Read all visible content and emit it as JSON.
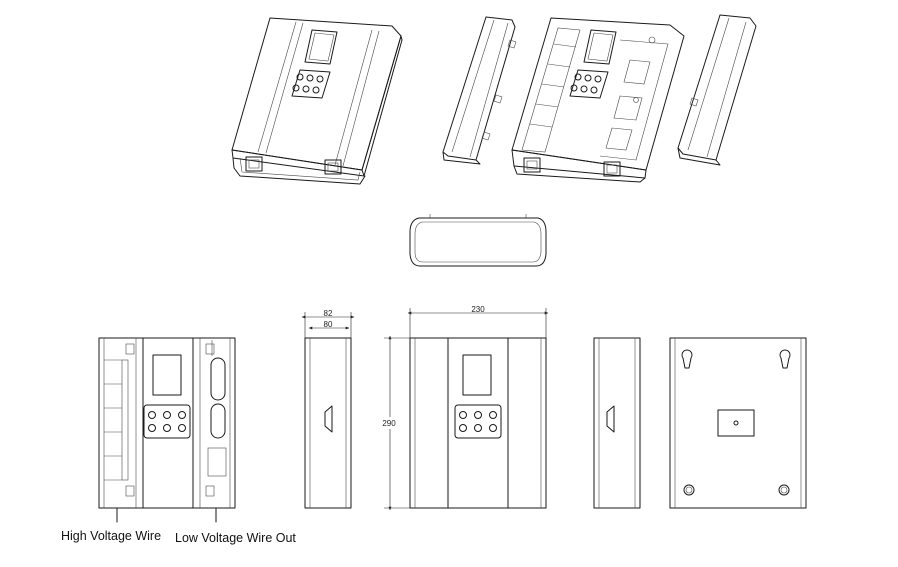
{
  "dimensions": {
    "depth_outer": "82",
    "depth_inner": "80",
    "width": "230",
    "height": "290"
  },
  "labels": {
    "high_voltage": "High Voltage Wire",
    "low_voltage": "Low Voltage Wire Out"
  },
  "colors": {
    "line": "#1a1a1a",
    "background": "#ffffff"
  }
}
